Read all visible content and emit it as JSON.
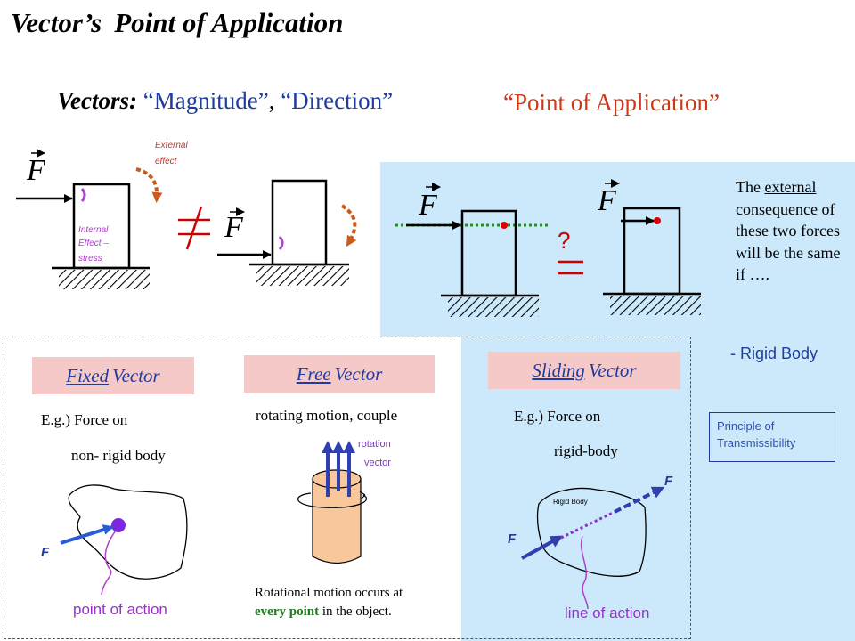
{
  "title": {
    "part1": "Vector’s",
    "part2": "Point of Application"
  },
  "vectors_line": {
    "label": "Vectors:",
    "magnitude": "“Magnitude”",
    "comma": ",",
    "direction": "“Direction”"
  },
  "point_of_application": "“Point of Application”",
  "left_diagram": {
    "force_label": "F",
    "external_effect": [
      "External",
      "effect"
    ],
    "internal_effect": [
      "Internal",
      "Effect –",
      "stress"
    ],
    "not_equal": "≠"
  },
  "right_diagram": {
    "question": "?",
    "equals": "="
  },
  "consequence": {
    "before": "The ",
    "underlined": "external",
    "after": " consequence of these two forces will be the same if …."
  },
  "rigid_body": "- Rigid Body",
  "fixed_vector": {
    "title_u": "Fixed",
    "title_rest": "Vector",
    "eg": "E.g.)  Force on",
    "line2": "non- rigid body",
    "force": "F",
    "point_label": "point of action"
  },
  "free_vector": {
    "title_u": "Free",
    "title_rest": "Vector",
    "desc": "rotating motion, couple",
    "rotation_label": [
      "rotation",
      "vector"
    ],
    "rot_text_1": "Rotational motion occurs at",
    "rot_bold": "every point",
    "rot_text_2": " in the object."
  },
  "sliding_vector": {
    "title_u": "Sliding",
    "title_rest": "Vector",
    "eg": "E.g.)  Force  on",
    "line2": "rigid-body",
    "force": "F",
    "rigid_body_label": "Rigid Body",
    "line_label": "line of action"
  },
  "principle": [
    "Principle of",
    "Transmissibility"
  ],
  "colors": {
    "blue_text": "#1f3c9c",
    "red_title": "#cc3a1a",
    "panel_blue": "#cce9fb",
    "box_pink": "#f6c9c9",
    "purple": "#8b2fc9",
    "arrow_blue": "#2a5bd7",
    "orange": "#cc5a1a",
    "green": "#3a8a3a"
  }
}
